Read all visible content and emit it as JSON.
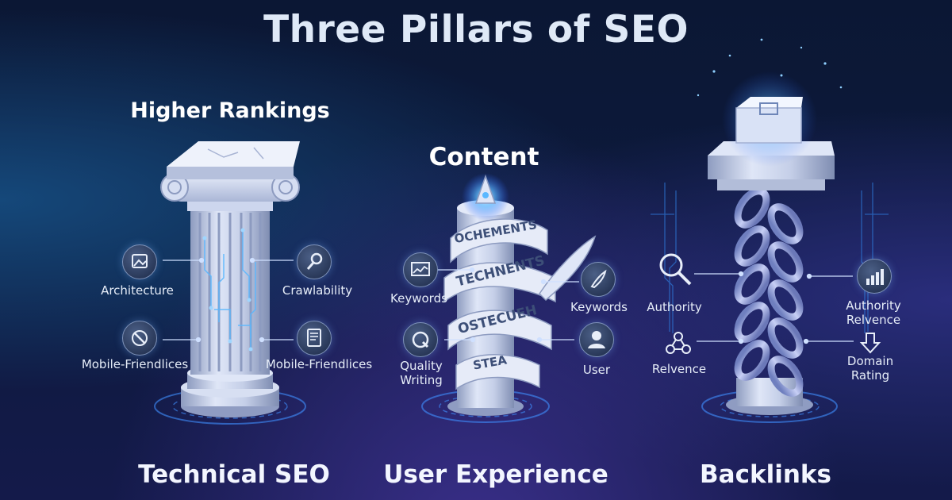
{
  "title": "Three Pillars of SEO",
  "pillars": [
    {
      "top_label": "Higher Rankings",
      "bottom_label": "Technical SEO",
      "features": [
        "Architecture",
        "Crawlability",
        "Mobile-Friendlices",
        "Mobile-Friendlices"
      ]
    },
    {
      "top_label": "Content",
      "bottom_label": "User Experience",
      "features": [
        "Keywords",
        "Keywords",
        "Quality Writing",
        "User"
      ],
      "scroll_words": [
        "OCHEMENTS",
        "TECHNENTS",
        "OSTECUEH",
        "STEA"
      ]
    },
    {
      "top_label": "",
      "bottom_label": "Backlinks",
      "features": [
        "Authority",
        "Authority Relvence",
        "Relvence",
        "Domain Rating"
      ]
    }
  ],
  "icons": [
    "architecture-icon",
    "crawlability-icon",
    "mobile-icon",
    "document-icon",
    "keywords-chart-icon",
    "quill-icon",
    "quality-icon",
    "user-icon",
    "magnifier-icon",
    "bar-chart-icon",
    "relevance-icon",
    "download-icon"
  ],
  "colors": {
    "accent": "#5ab8ff",
    "pillar_stone": "#c9d3ea",
    "background": "#0d1a3d"
  }
}
